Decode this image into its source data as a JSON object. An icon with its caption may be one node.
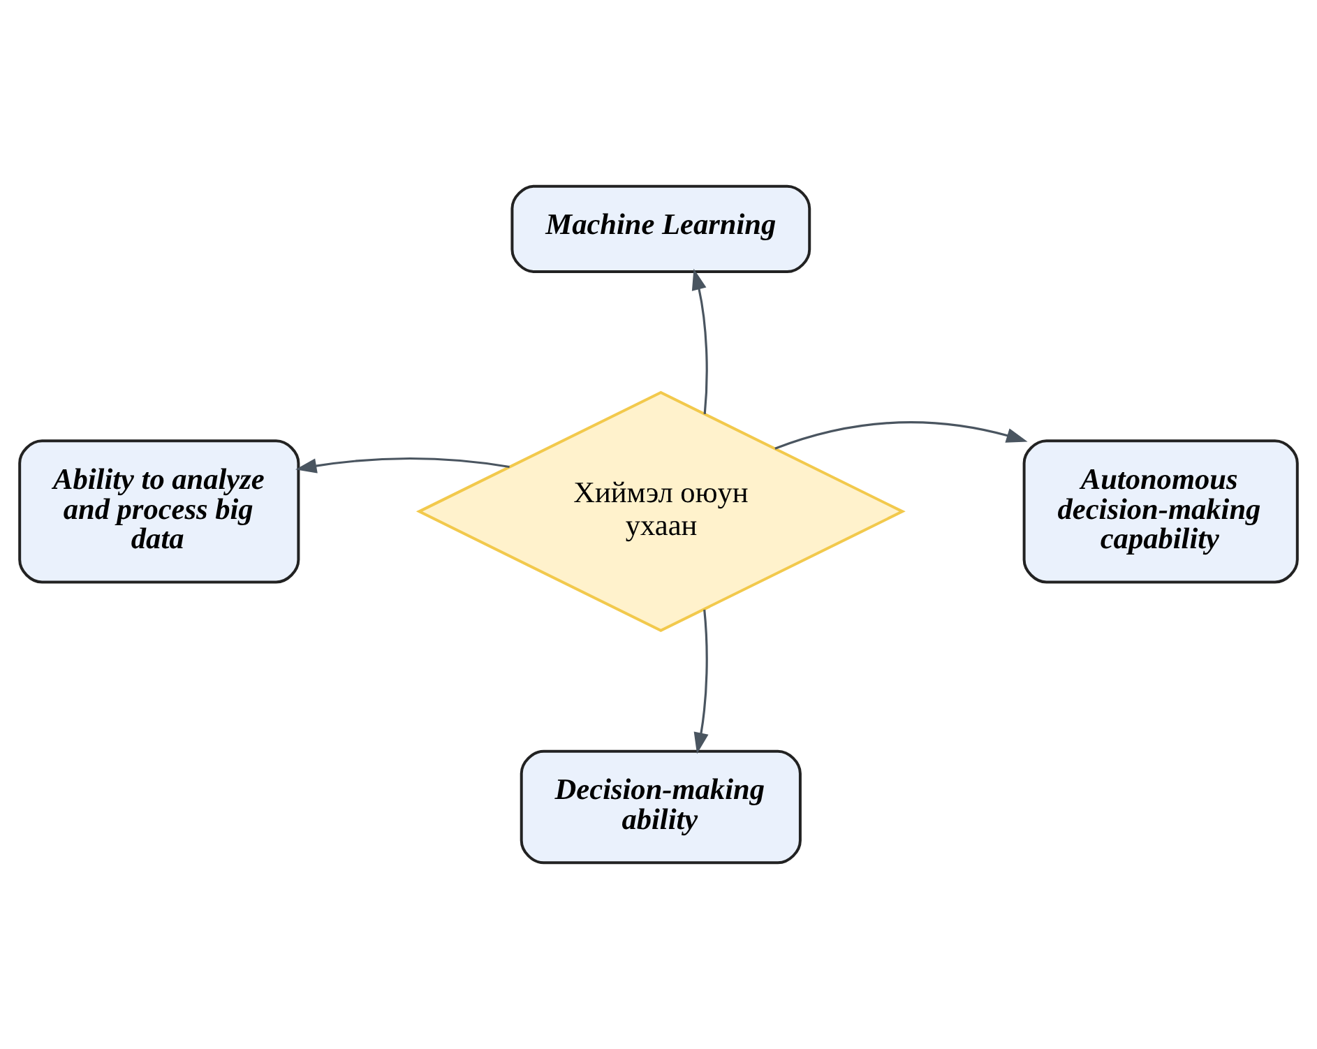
{
  "diagram": {
    "nodes": [
      {
        "text": [
          "Machine Learning"
        ]
      },
      {
        "text": [
          "Ability to analyze and process big data"
        ]
      },
      {
        "text": [
          "Хиймэл оюун ухаан"
        ]
      },
      {
        "text": [
          "Autonomous decision-making capability"
        ]
      },
      {
        "text": [
          "Decision-making ability"
        ]
      }
    ],
    "edges": [
      {
        "from": 2,
        "to": 0,
        "arrow": "to"
      },
      {
        "from": 2,
        "to": 1,
        "arrow": "to"
      },
      {
        "from": 2,
        "to": 3,
        "arrow": "to"
      },
      {
        "from": 2,
        "to": 4,
        "arrow": "to"
      }
    ]
  }
}
